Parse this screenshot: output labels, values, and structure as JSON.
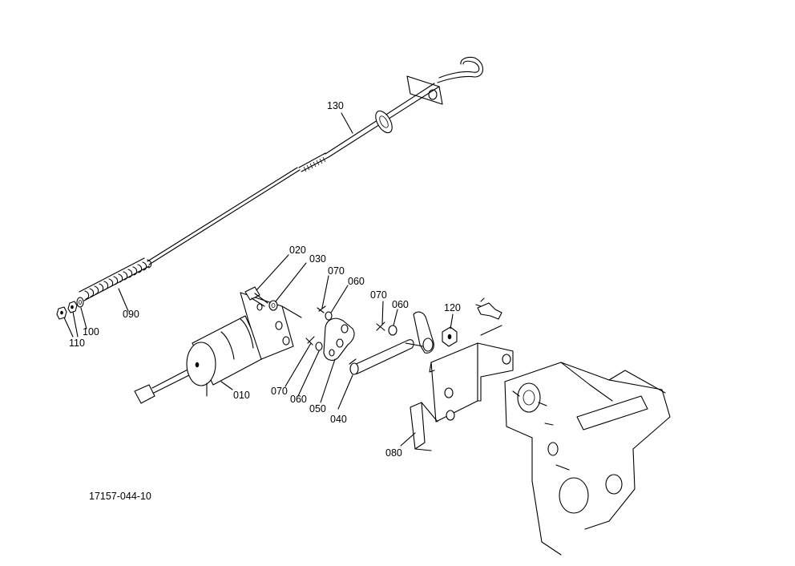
{
  "diagram": {
    "drawing_number": "17157-044-10",
    "callouts": {
      "p010": "010",
      "p020": "020",
      "p030": "030",
      "p040": "040",
      "p050": "050",
      "p060a": "060",
      "p060b": "060",
      "p060c": "060",
      "p070a": "070",
      "p070b": "070",
      "p070c": "070",
      "p080": "080",
      "p090": "090",
      "p100": "100",
      "p110": "110",
      "p120": "120",
      "p130": "130"
    }
  }
}
